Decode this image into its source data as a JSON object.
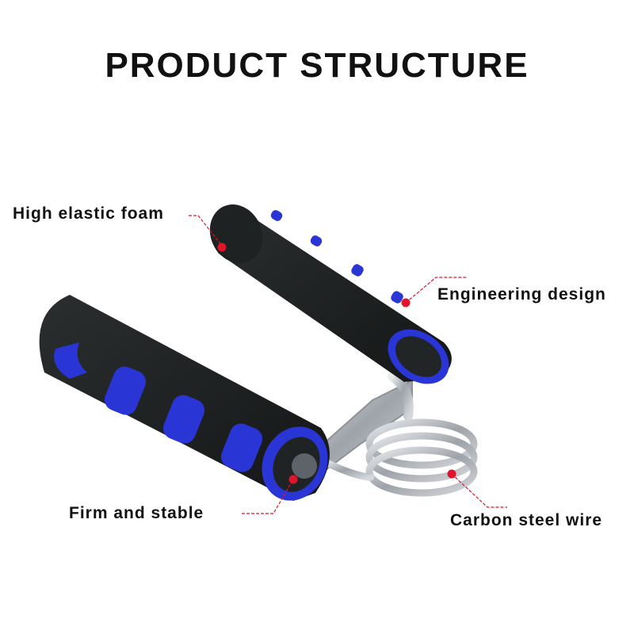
{
  "title": "PRODUCT STRUCTURE",
  "callouts": {
    "foam": "High elastic foam",
    "engineering": "Engineering design",
    "firm": "Firm and stable",
    "carbon": "Carbon steel wire"
  },
  "colors": {
    "foam_black": "#1d1f1f",
    "foam_blue": "#2a35d6",
    "callout_red": "#e0142a",
    "steel": "#b9bdc2"
  }
}
